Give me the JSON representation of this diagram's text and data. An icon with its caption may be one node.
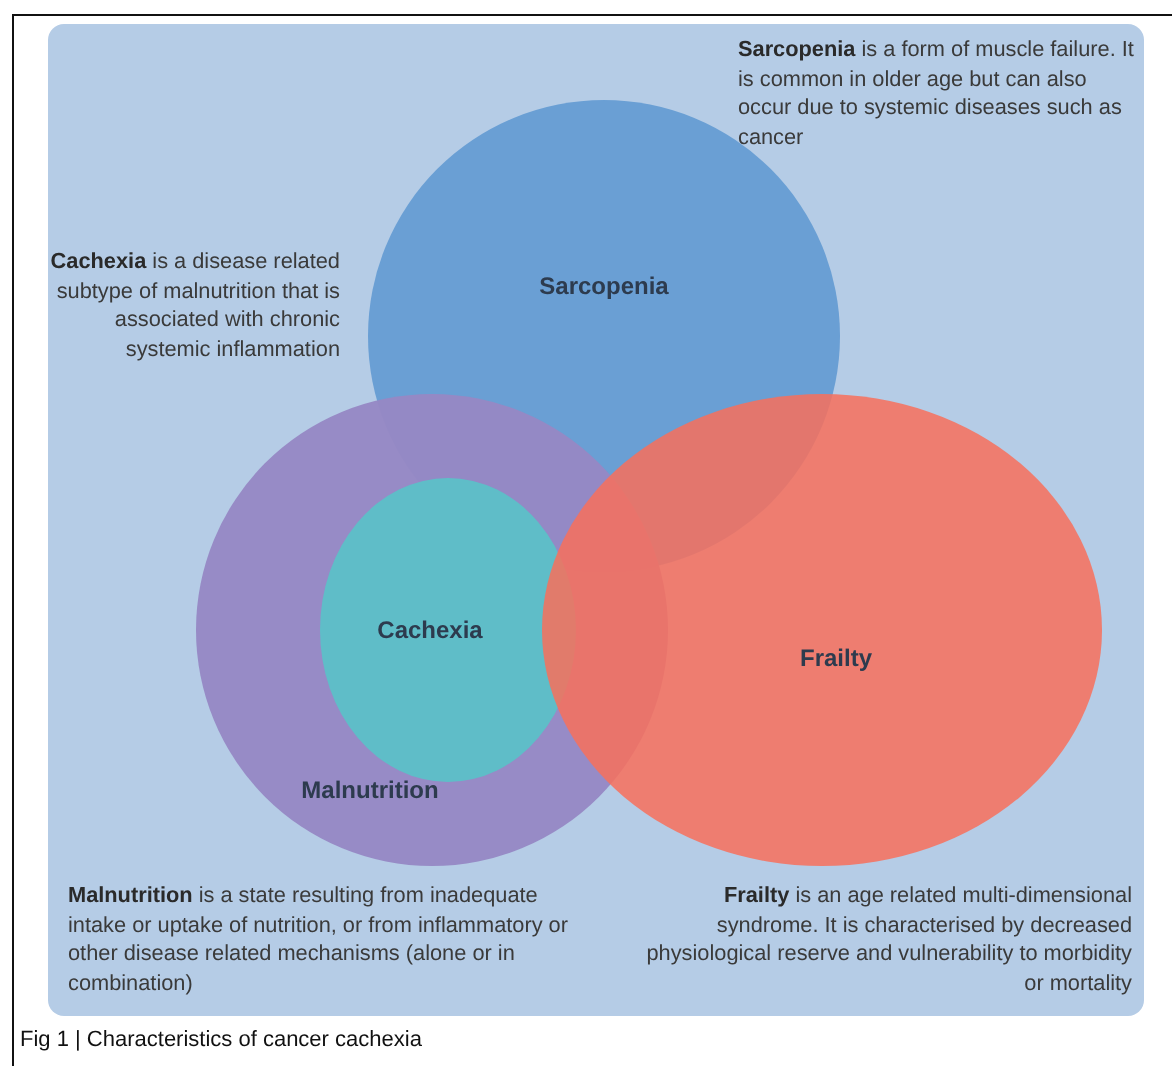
{
  "diagram": {
    "caption": "Fig 1 | Characteristics of cancer cachexia",
    "nodes": [
      {
        "text": [
          "Sarcopenia"
        ]
      },
      {
        "text": [
          "Malnutrition"
        ]
      },
      {
        "text": [
          "Cachexia"
        ],
        "in": 1
      },
      {
        "text": [
          "Frailty"
        ]
      }
    ],
    "edges": [],
    "labels": [
      "**Sarcopenia** is a form of muscle failure. It is common in older age but can also occur due to systemic diseases such as cancer",
      "**Cachexia** is a disease related subtype of malnutrition that is associated with chronic systemic inflammation",
      "**Malnutrition** is a state resulting from inadequate intake or uptake of nutrition, or from inflammatory or other disease related mechanisms (alone or in combination)",
      "**Frailty** is an age related multi-dimensional syndrome. It is characterised by decreased physiological reserve and vulnerability to morbidity or mortality"
    ]
  }
}
